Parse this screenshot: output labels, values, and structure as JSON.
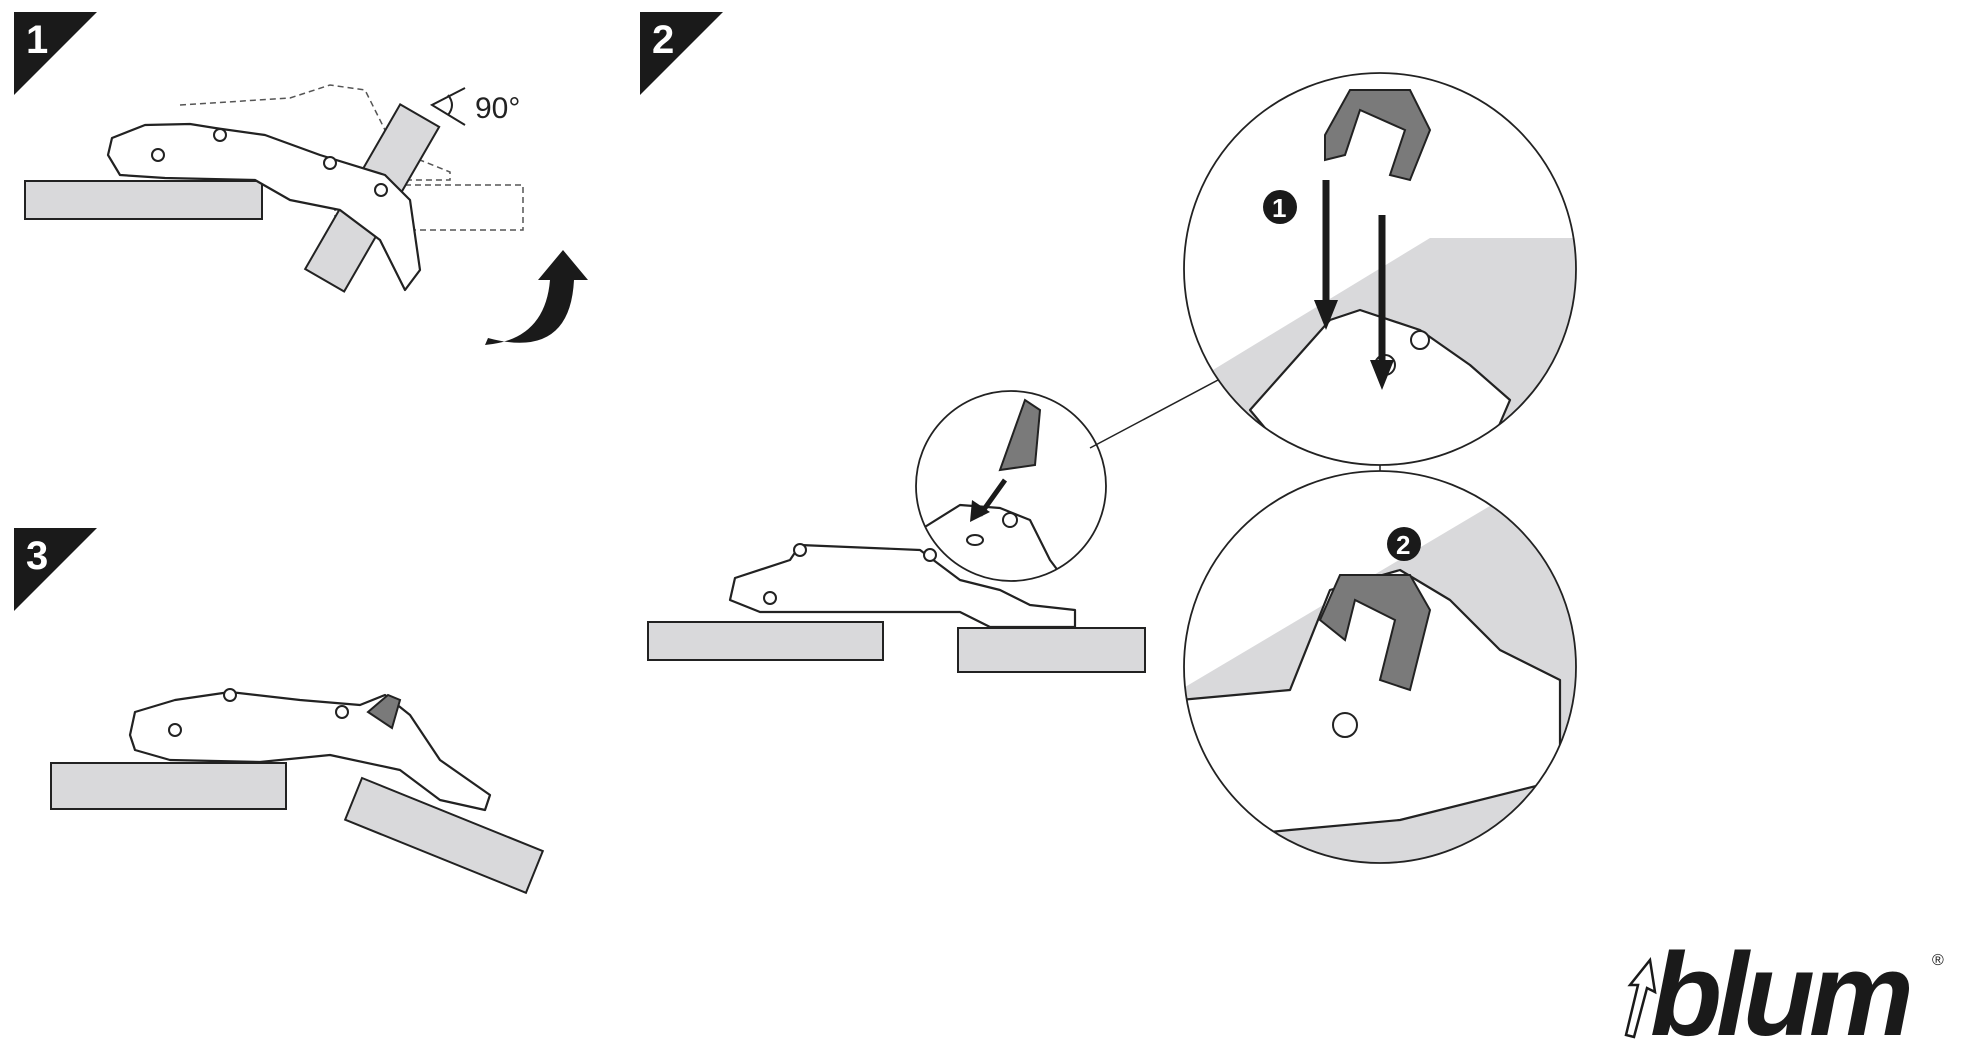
{
  "steps": [
    {
      "number": "1"
    },
    {
      "number": "2"
    },
    {
      "number": "3"
    }
  ],
  "step1": {
    "angle_label": "90°"
  },
  "detail_callouts": [
    "1",
    "2"
  ],
  "logo": {
    "text": "blum",
    "registered": "®"
  },
  "colors": {
    "badge": "#1a1a1a",
    "board": "#d9d9db",
    "clip": "#7a7a7a"
  }
}
